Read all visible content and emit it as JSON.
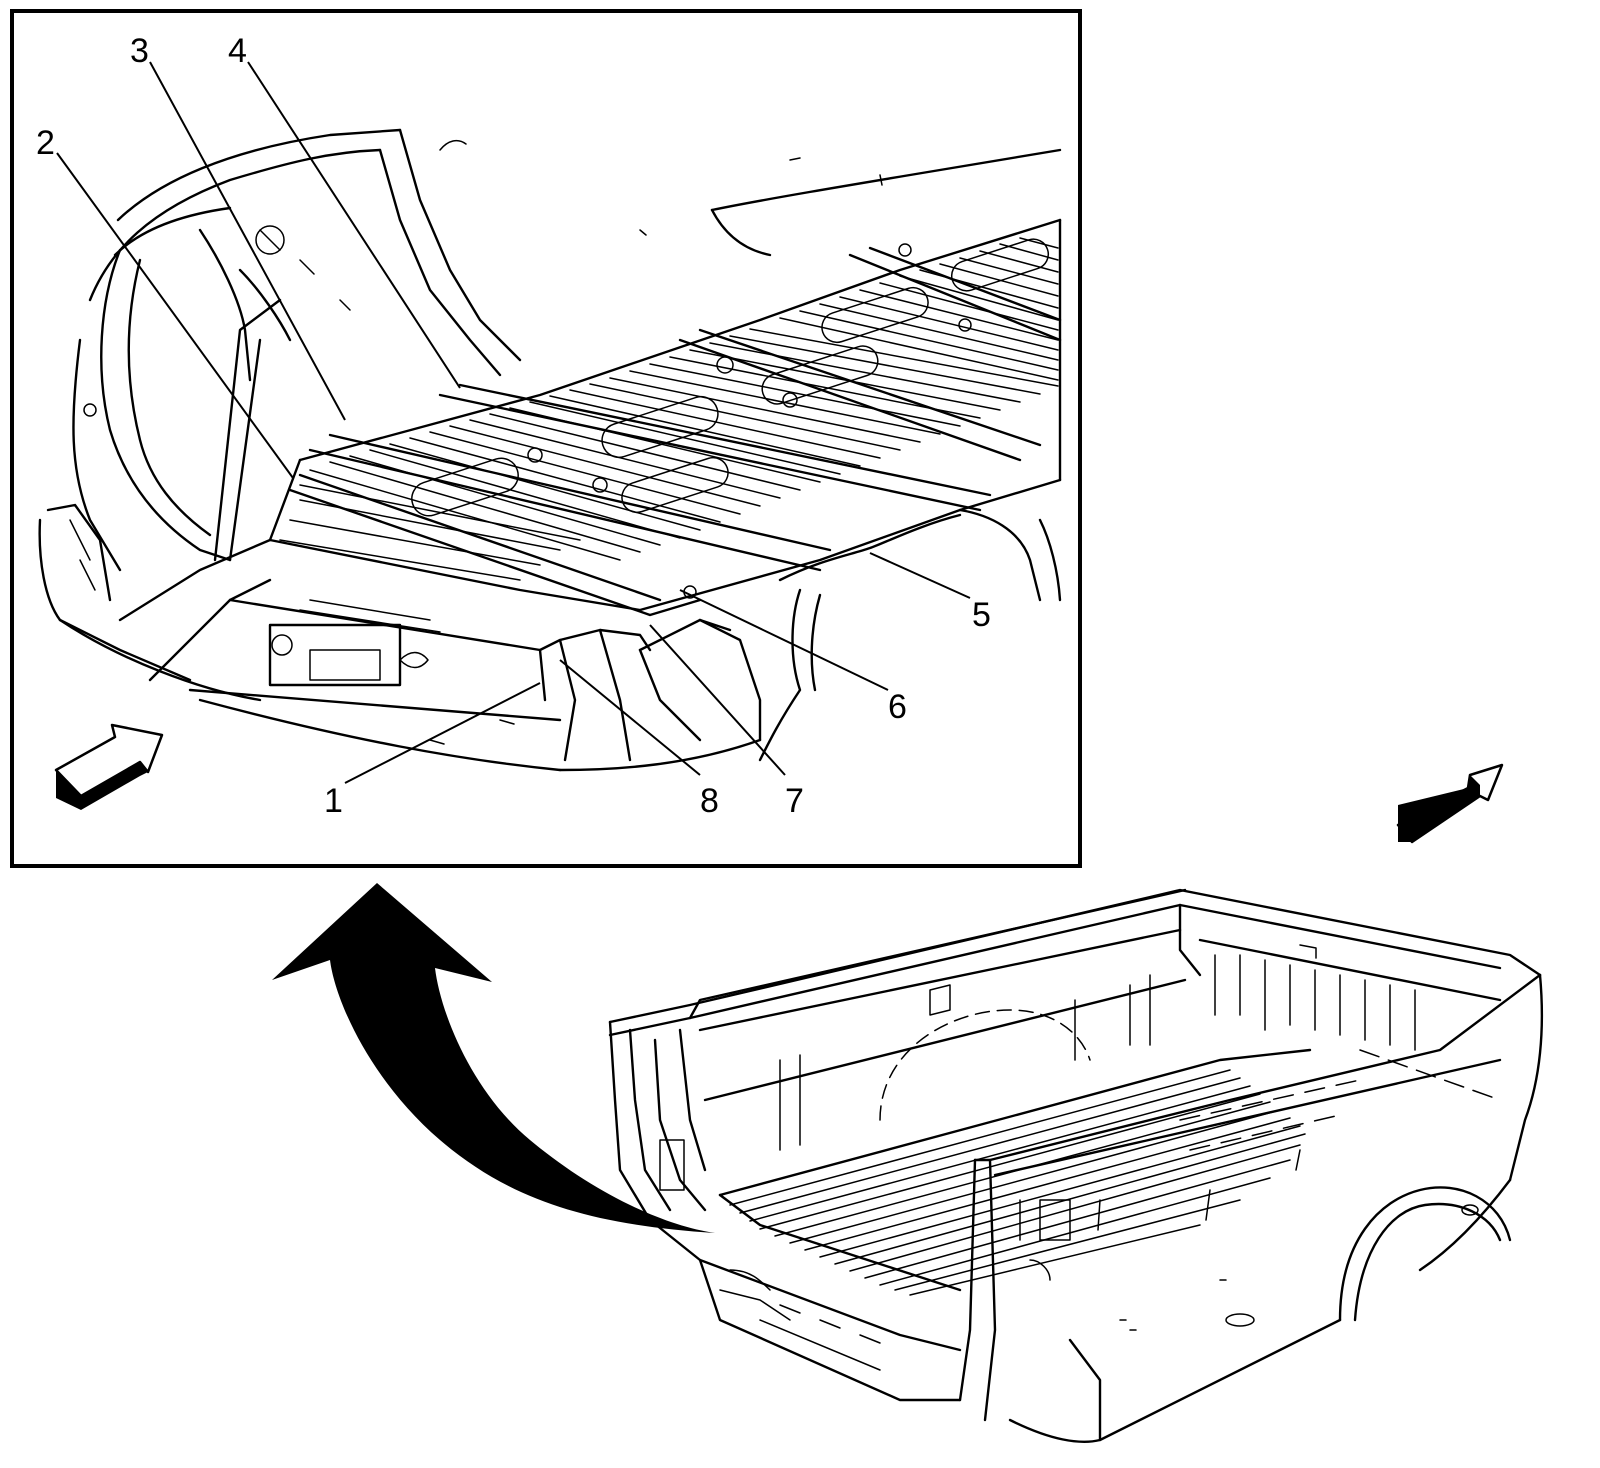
{
  "figure": {
    "callouts": [
      {
        "id": "callout-1",
        "text": "1"
      },
      {
        "id": "callout-2",
        "text": "2"
      },
      {
        "id": "callout-3",
        "text": "3"
      },
      {
        "id": "callout-4",
        "text": "4"
      },
      {
        "id": "callout-5",
        "text": "5"
      },
      {
        "id": "callout-6",
        "text": "6"
      },
      {
        "id": "callout-7",
        "text": "7"
      },
      {
        "id": "callout-8",
        "text": "8"
      }
    ],
    "views": {
      "detail": "underbody-floor-crossmember-detail",
      "overview": "pickup-box-overview"
    },
    "icons": [
      "view-direction-arrow-icon",
      "view-direction-arrow-icon",
      "zoom-curved-arrow-icon"
    ]
  }
}
